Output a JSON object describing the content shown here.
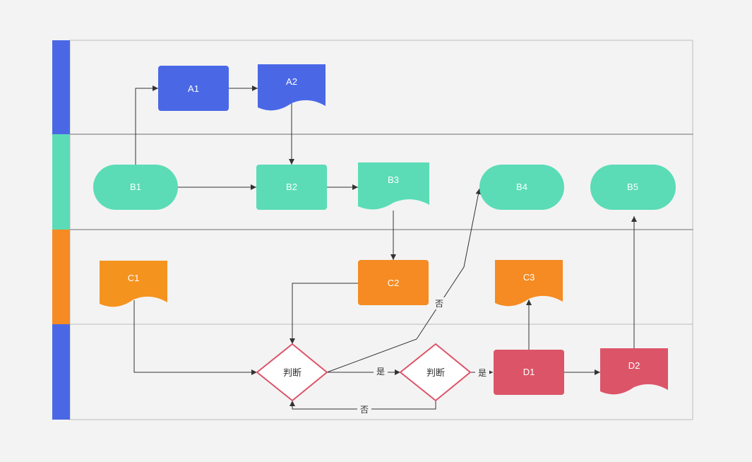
{
  "colors": {
    "background": "#f3f3f3",
    "blue": "#4a68e6",
    "teal": "#5bdcb6",
    "orange": "#f58b22",
    "orange_light": "#f5931f",
    "red": "#dc5468",
    "edge": "#333333",
    "lane_border": "#b5b5b5"
  },
  "nodes": {
    "a1": "A1",
    "a2": "A2",
    "b1": "B1",
    "b2": "B2",
    "b3": "B3",
    "b4": "B4",
    "b5": "B5",
    "c1": "C1",
    "c2": "C2",
    "c3": "C3",
    "d1": "D1",
    "d2": "D2",
    "decision1": "判断",
    "decision2": "判断"
  },
  "edge_labels": {
    "dec1_to_b4": "否",
    "dec1_to_dec2": "是",
    "dec2_to_d1": "是",
    "dec2_to_dec1": "否"
  }
}
